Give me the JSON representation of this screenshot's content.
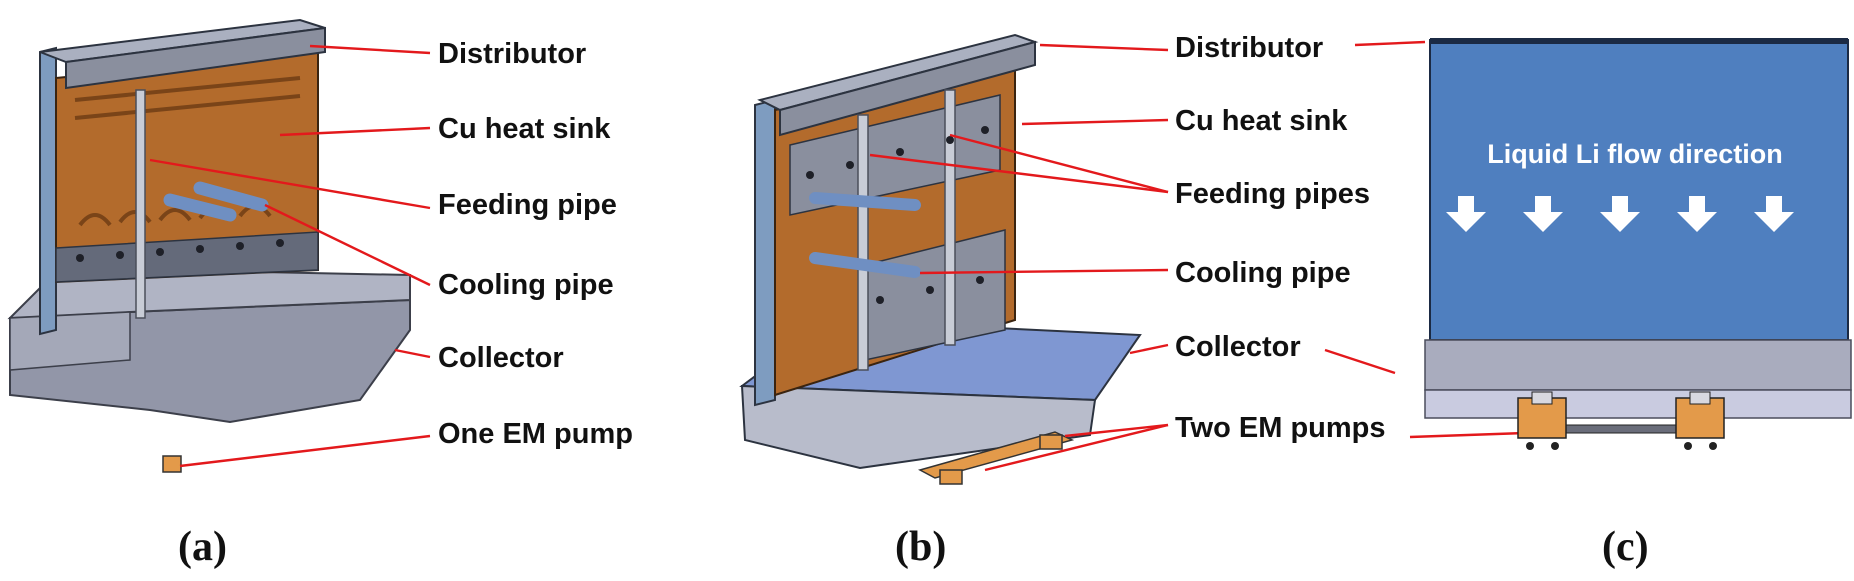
{
  "panels": [
    {
      "caption": "(a)",
      "labels": [
        "Distributor",
        "Cu heat sink",
        "Feeding pipe",
        "Cooling pipe",
        "Collector",
        "One EM pump"
      ]
    },
    {
      "caption": "(b)",
      "labels": [
        "Distributor",
        "Cu heat sink",
        "Feeding pipes",
        "Cooling pipe",
        "Collector",
        "Two EM pumps"
      ]
    },
    {
      "caption": "(c)",
      "flow_text": "Liquid Li flow direction"
    }
  ],
  "colors": {
    "copper": "#b36b2c",
    "steel": "#8a8f9e",
    "steel_dark": "#646a7a",
    "plate_blue": "#4f7fbf",
    "leader_red": "#e3191c",
    "pump_orange": "#e39a4a"
  }
}
